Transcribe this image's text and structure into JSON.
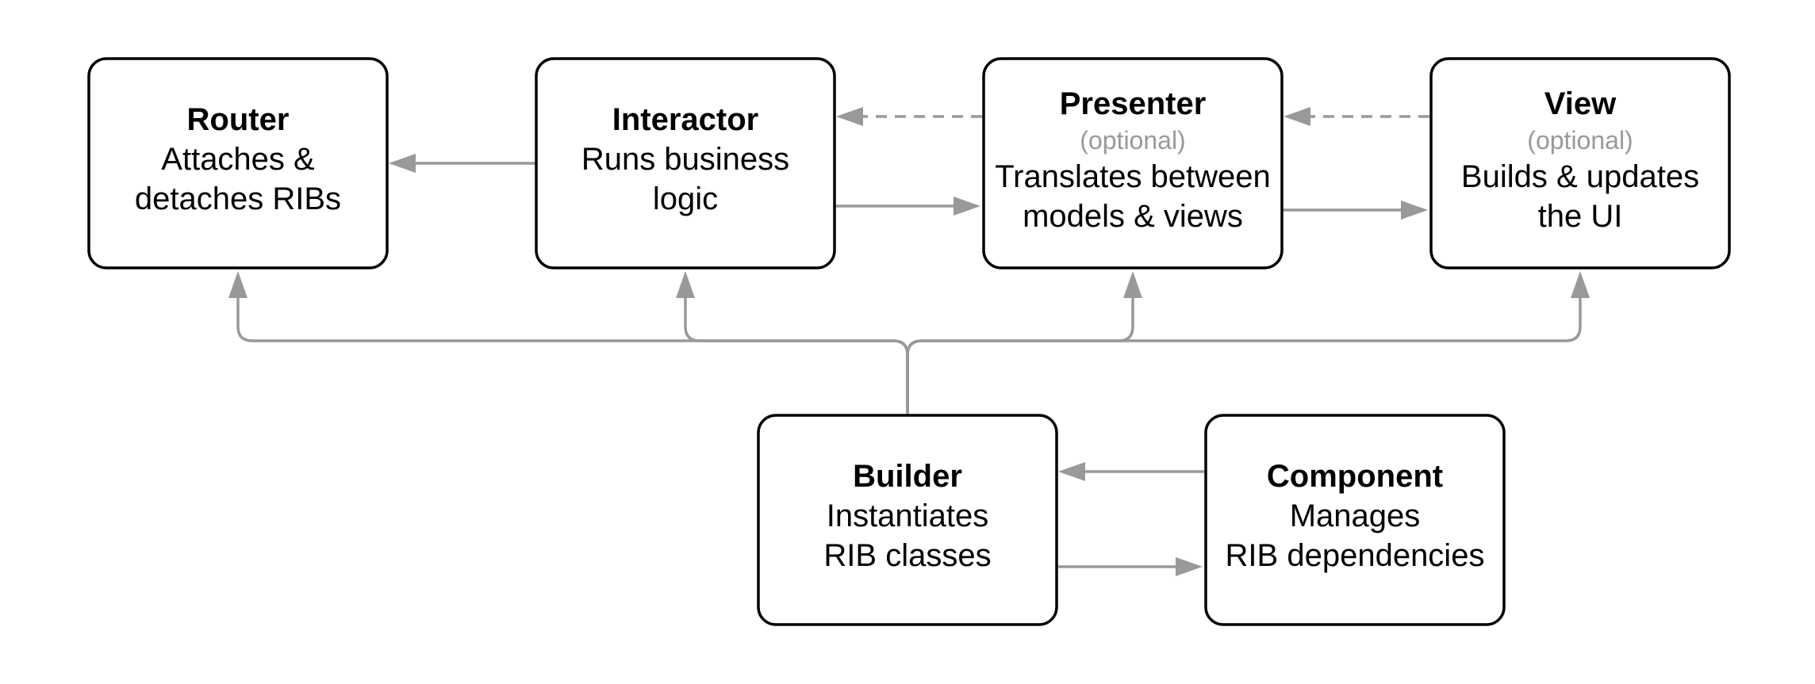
{
  "colors": {
    "box_stroke": "#000000",
    "box_fill": "#ffffff",
    "text": "#000000",
    "optional_text": "#999999",
    "edge": "#999999",
    "background": "#ffffff"
  },
  "nodes": {
    "router": {
      "title": "Router",
      "desc_line1": "Attaches &",
      "desc_line2": "detaches RIBs"
    },
    "interactor": {
      "title": "Interactor",
      "desc_line1": "Runs business",
      "desc_line2": "logic"
    },
    "presenter": {
      "title": "Presenter",
      "optional": "(optional)",
      "desc_line1": "Translates between",
      "desc_line2": "models & views"
    },
    "view": {
      "title": "View",
      "optional": "(optional)",
      "desc_line1": "Builds & updates",
      "desc_line2": "the UI"
    },
    "builder": {
      "title": "Builder",
      "desc_line1": "Instantiates",
      "desc_line2": "RIB classes"
    },
    "component": {
      "title": "Component",
      "desc_line1": "Manages",
      "desc_line2": "RIB dependencies"
    }
  },
  "edges": [
    {
      "name": "edge-interactor-to-router",
      "from": "interactor",
      "to": "router",
      "style": "solid"
    },
    {
      "name": "edge-interactor-to-presenter",
      "from": "interactor",
      "to": "presenter",
      "style": "solid"
    },
    {
      "name": "edge-presenter-to-interactor",
      "from": "presenter",
      "to": "interactor",
      "style": "dashed"
    },
    {
      "name": "edge-presenter-to-view",
      "from": "presenter",
      "to": "view",
      "style": "solid"
    },
    {
      "name": "edge-view-to-presenter",
      "from": "view",
      "to": "presenter",
      "style": "dashed"
    },
    {
      "name": "edge-builder-to-router",
      "from": "builder",
      "to": "router",
      "style": "solid"
    },
    {
      "name": "edge-builder-to-interactor",
      "from": "builder",
      "to": "interactor",
      "style": "solid"
    },
    {
      "name": "edge-builder-to-presenter",
      "from": "builder",
      "to": "presenter",
      "style": "solid"
    },
    {
      "name": "edge-builder-to-view",
      "from": "builder",
      "to": "view",
      "style": "solid"
    },
    {
      "name": "edge-component-to-builder",
      "from": "component",
      "to": "builder",
      "style": "solid"
    },
    {
      "name": "edge-builder-to-component",
      "from": "builder",
      "to": "component",
      "style": "solid"
    }
  ]
}
